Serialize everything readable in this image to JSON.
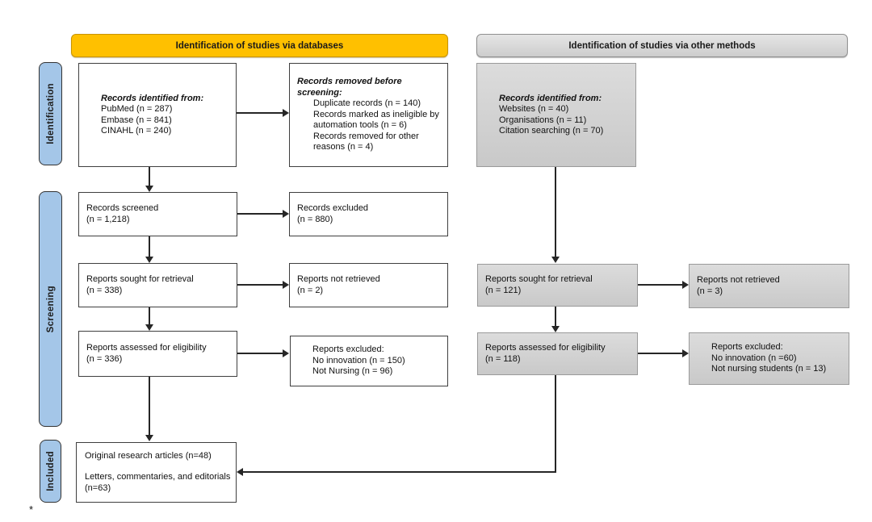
{
  "colors": {
    "banner_orange": "#FFC000",
    "stage_blue": "#A4C6E8",
    "method_gray": "#D3D3D3"
  },
  "banners": {
    "databases": "Identification of studies via databases",
    "other_methods": "Identification of studies via other methods"
  },
  "stages": {
    "identification": "Identification",
    "screening": "Screening",
    "included": "Included"
  },
  "database_column": {
    "identified": {
      "heading": "Records identified from:",
      "lines": [
        "PubMed (n = 287)",
        "Embase (n = 841)",
        "CINAHL (n = 240)"
      ]
    },
    "removed": {
      "heading": "Records removed before screening:",
      "items": [
        "Duplicate records (n = 140)",
        "Records marked as ineligible by automation tools (n = 6)",
        "Records removed for other reasons (n = 4)"
      ]
    },
    "screened": {
      "lines": [
        "Records screened",
        "(n = 1,218)"
      ]
    },
    "excluded": {
      "lines": [
        "Records excluded",
        "(n = 880)"
      ]
    },
    "sought": {
      "lines": [
        "Reports sought for retrieval",
        "(n = 338)"
      ]
    },
    "not_retrieved": {
      "lines": [
        "Reports not retrieved",
        "(n = 2)"
      ]
    },
    "assessed": {
      "lines": [
        "Reports assessed for eligibility",
        "(n = 336)"
      ]
    },
    "reports_excluded": {
      "lines": [
        "Reports excluded:",
        "No innovation (n = 150)",
        "Not Nursing (n = 96)"
      ]
    }
  },
  "other_column": {
    "identified": {
      "heading": "Records identified from:",
      "lines": [
        "Websites (n = 40)",
        "Organisations (n = 11)",
        "Citation searching (n = 70)"
      ]
    },
    "sought": {
      "lines": [
        "Reports sought for retrieval",
        "(n = 121)"
      ]
    },
    "not_retrieved": {
      "lines": [
        "Reports not retrieved",
        "(n = 3)"
      ]
    },
    "assessed": {
      "lines": [
        "Reports assessed for eligibility",
        "(n = 118)"
      ]
    },
    "reports_excluded": {
      "lines": [
        "Reports excluded:",
        "No innovation (n =60)",
        "Not nursing students (n = 13)"
      ]
    }
  },
  "included_box": {
    "lines": [
      "Original research articles (n=48)",
      "Letters, commentaries, and editorials (n=63)"
    ]
  },
  "footnote": "*"
}
